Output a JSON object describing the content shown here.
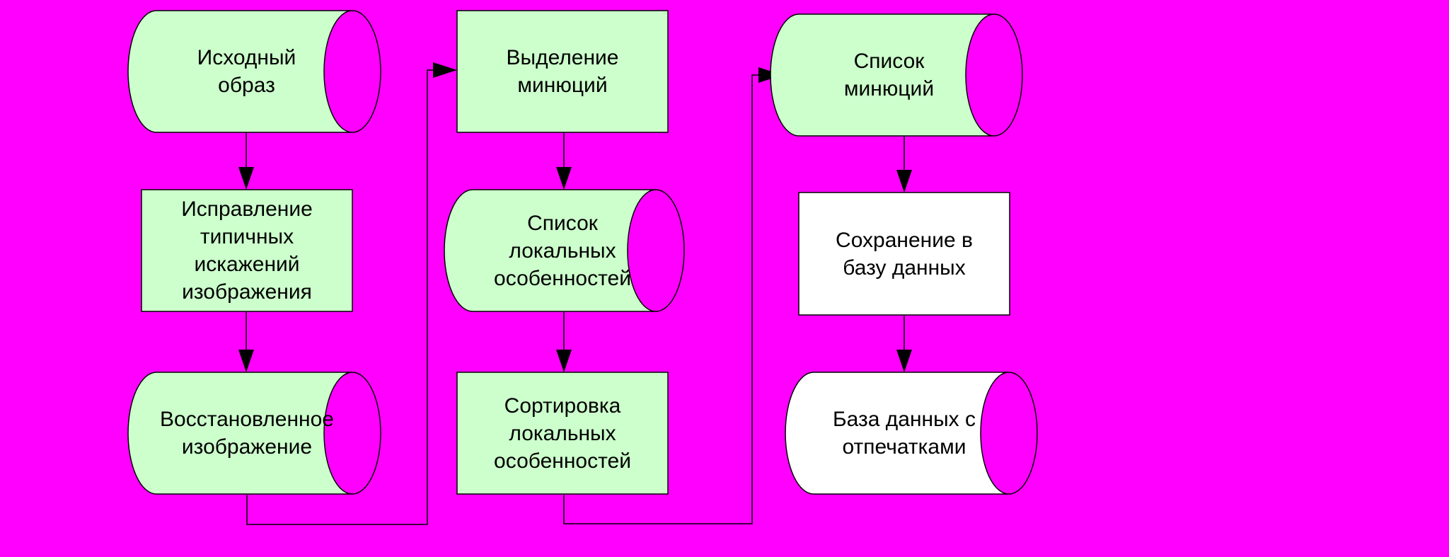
{
  "colors": {
    "background": "#ff00ff",
    "node_fill": "#ccffcc",
    "node_fill_white": "#ffffff",
    "stroke": "#000000"
  },
  "nodes": {
    "n1": {
      "label": "Исходный\nобраз",
      "shape": "stored-data",
      "fill": "#ccffcc"
    },
    "n2": {
      "label": "Исправление\nтипичных\nискажений\nизображения",
      "shape": "process",
      "fill": "#ccffcc"
    },
    "n3": {
      "label": "Восстановленное\nизображение",
      "shape": "stored-data",
      "fill": "#ccffcc"
    },
    "n4": {
      "label": "Выделение\nминюций",
      "shape": "process",
      "fill": "#ccffcc"
    },
    "n5": {
      "label": "Список\nлокальных\nособенностей",
      "shape": "stored-data",
      "fill": "#ccffcc"
    },
    "n6": {
      "label": "Сортировка\nлокальных\nособенностей",
      "shape": "process",
      "fill": "#ccffcc"
    },
    "n7": {
      "label": "Список\nминюций",
      "shape": "stored-data",
      "fill": "#ccffcc"
    },
    "n8": {
      "label": "Сохранение в\nбазу данных",
      "shape": "process",
      "fill": "#ffffff"
    },
    "n9": {
      "label": "База данных с\nотпечатками",
      "shape": "stored-data",
      "fill": "#ffffff"
    }
  },
  "edges": [
    {
      "from": "n1",
      "to": "n2"
    },
    {
      "from": "n2",
      "to": "n3"
    },
    {
      "from": "n3",
      "to": "n4"
    },
    {
      "from": "n4",
      "to": "n5"
    },
    {
      "from": "n5",
      "to": "n6"
    },
    {
      "from": "n6",
      "to": "n7"
    },
    {
      "from": "n7",
      "to": "n8"
    },
    {
      "from": "n8",
      "to": "n9"
    }
  ]
}
